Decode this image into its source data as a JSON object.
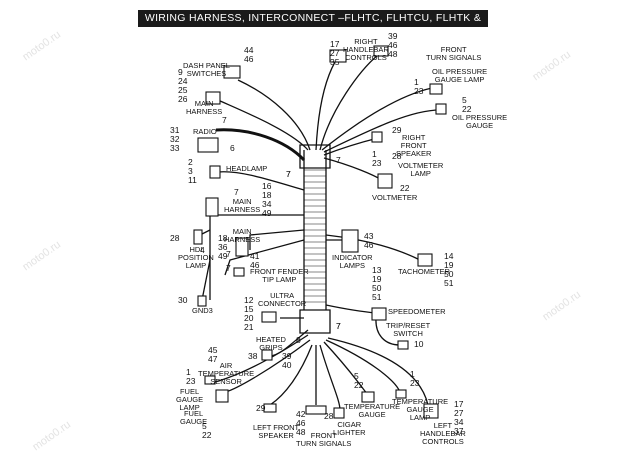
{
  "title": "WIRING HARNESS, INTERCONNECT –FLHTC, FLHTCU, FLHTK & FLHX",
  "watermark": "moto0.ru",
  "labels": {
    "dash_panel_switches": "DASH PANEL\nSWITCHES",
    "main_harness_top": "MAIN\nHARNESS",
    "radio": "RADIO",
    "headlamp": "HEADLAMP",
    "main_harness_mid": "MAIN\nHARNESS",
    "main_harness_low": "MAIN\nHARNESS",
    "hdi_position_lamp": "HDI\nPOSITION\nLAMP",
    "front_fender_tip_lamp": "FRONT FENDER\nTIP LAMP",
    "gnd3": "GND3",
    "ultra_connector": "ULTRA\nCONNECTOR",
    "heated_grips": "HEATED\nGRIPS",
    "air_temperature_sensor": "AIR\nTEMPERATURE\nSENSOR",
    "fuel_gauge_lamp": "FUEL\nGAUGE\nLAMP",
    "fuel_gauge": "FUEL\nGAUGE",
    "left_front_speaker": "LEFT FRONT\nSPEAKER",
    "front_turn_signals_bottom": "FRONT\nTURN SIGNALS",
    "cigar_lighter": "CIGAR\nLIGHTER",
    "temperature_gauge": "TEMPERATURE\nGAUGE",
    "temperature_gauge_lamp": "TEMPERATURE\nGAUGE\nLAMP",
    "left_handlebar_controls": "LEFT\nHANDLEBAR\nCONTROLS",
    "right_handlebar_controls": "RIGHT\nHANDLEBAR\nCONTROLS",
    "front_turn_signals_top": "FRONT\nTURN SIGNALS",
    "oil_pressure_gauge_lamp": "OIL PRESSURE\nGAUGE LAMP",
    "oil_pressure_gauge": "OIL PRESSURE\nGAUGE",
    "right_front_speaker": "RIGHT\nFRONT\nSPEAKER",
    "voltmeter_lamp": "VOLTMETER\nLAMP",
    "voltmeter": "VOLTMETER",
    "indicator_lamps": "INDICATOR\nLAMPS",
    "tachometer": "TACHOMETER",
    "speedometer": "SPEEDOMETER",
    "trip_reset_switch": "TRIP/RESET\nSWITCH"
  },
  "callouts": {
    "dash_panel": "44\n46",
    "main_harness_top": "9\n24\n25\n26",
    "radio_left": "31\n32\n33",
    "radio_top": "7",
    "radio_right": "6",
    "headlamp": "2\n3\n11",
    "mh_mid_7": "7",
    "mh_mid_nums": "16\n18\n34\n49",
    "harness_7": "7",
    "mh_low": "18\n36\n49",
    "hdi": "28",
    "hdi_4": "4",
    "mh_low_right": "41\n46",
    "fender_7a": "7",
    "fender_7b": "7",
    "gnd3": "30",
    "ultra": "12\n15\n20\n21",
    "bottom_7": "7",
    "bottom_8": "8",
    "heated_38": "38",
    "heated_right": "39\n40",
    "air_temp": "45\n47",
    "fuel_gauge_lamp": "1\n23",
    "fuel_gauge": "5\n22",
    "left_speaker": "29",
    "turn_signals_bottom": "42\n46\n48",
    "cigar": "28",
    "temp_gauge": "5\n22",
    "temp_lamp": "1\n23",
    "left_hb": "17\n27\n34\n37",
    "right_hb": "17\n27\n35",
    "turn_top": "39\n46\n48",
    "oil_lamp": "1\n23",
    "oil_gauge": "5\n22",
    "right_speaker": "29",
    "rs_28": "28",
    "volt_lamp": "1\n23",
    "volt_22": "22",
    "center_7_top": "7",
    "center_7_mid": "7",
    "indicator": "43\n46",
    "tach": "14\n19\n50\n51",
    "speedo_nums": "13\n19\n50\n51",
    "center_7_low": "7",
    "trip_10": "10"
  }
}
